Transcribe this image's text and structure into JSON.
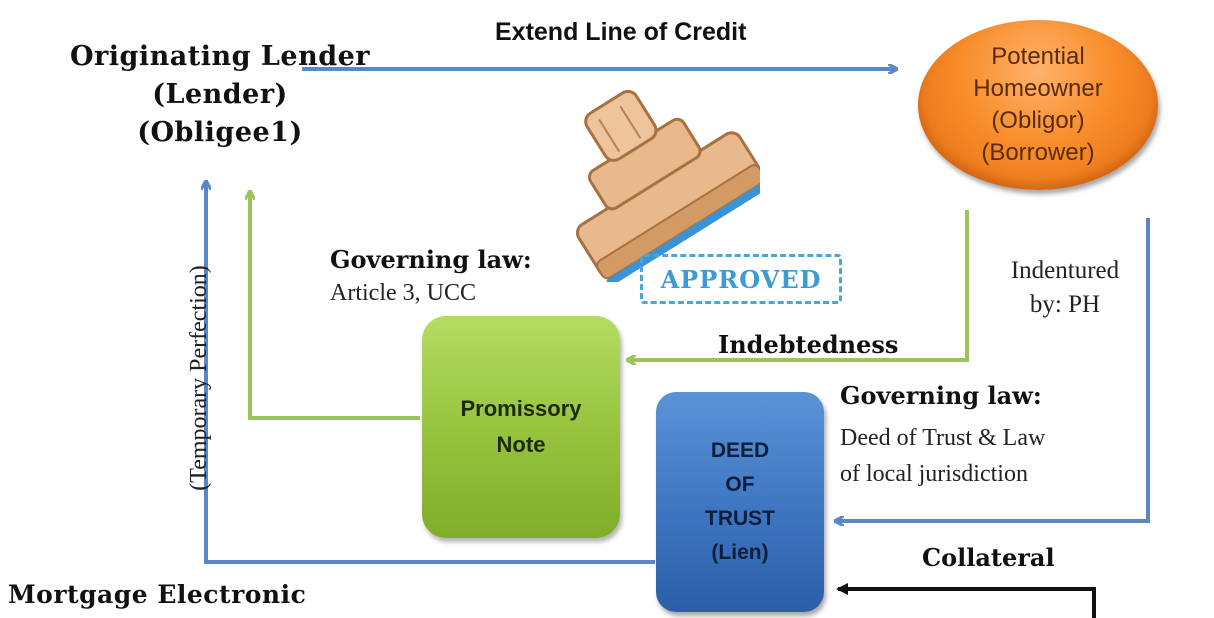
{
  "lender": {
    "line1": "Originating Lender",
    "line2": "(Lender)",
    "line3": "(Obligee1)"
  },
  "extend_credit_label": "Extend Line of Credit",
  "homeowner": {
    "line1": "Potential",
    "line2": "Homeowner",
    "line3": "(Obligor)",
    "line4": "(Borrower)"
  },
  "note_law": {
    "heading": "Governing law:",
    "text": "Article 3, UCC"
  },
  "indentured": {
    "line1": "Indentured",
    "line2": "by: PH"
  },
  "indebtedness_label": "Indebtedness",
  "promissory_note": {
    "line1": "Promissory",
    "line2": "Note"
  },
  "deed": {
    "line1": "DEED",
    "line2": "OF",
    "line3": "TRUST",
    "line4": "(Lien)"
  },
  "deed_law": {
    "heading": "Governing law:",
    "line1": "Deed of Trust & Law",
    "line2": "of local jurisdiction"
  },
  "collateral_label": "Collateral",
  "temporary_perfection_label": "(Temporary Perfection)",
  "mers_label": "Mortgage Electronic",
  "stamp_text": "APPROVED",
  "colors": {
    "blue_arrow": "#5a88c6",
    "green_arrow": "#9bc45a",
    "black_arrow": "#111111",
    "homeowner_fill": "#f88d2a",
    "note_fill": "#95c23d",
    "deed_fill": "#3e75c0",
    "stamp_blue": "#3c9ad4"
  }
}
